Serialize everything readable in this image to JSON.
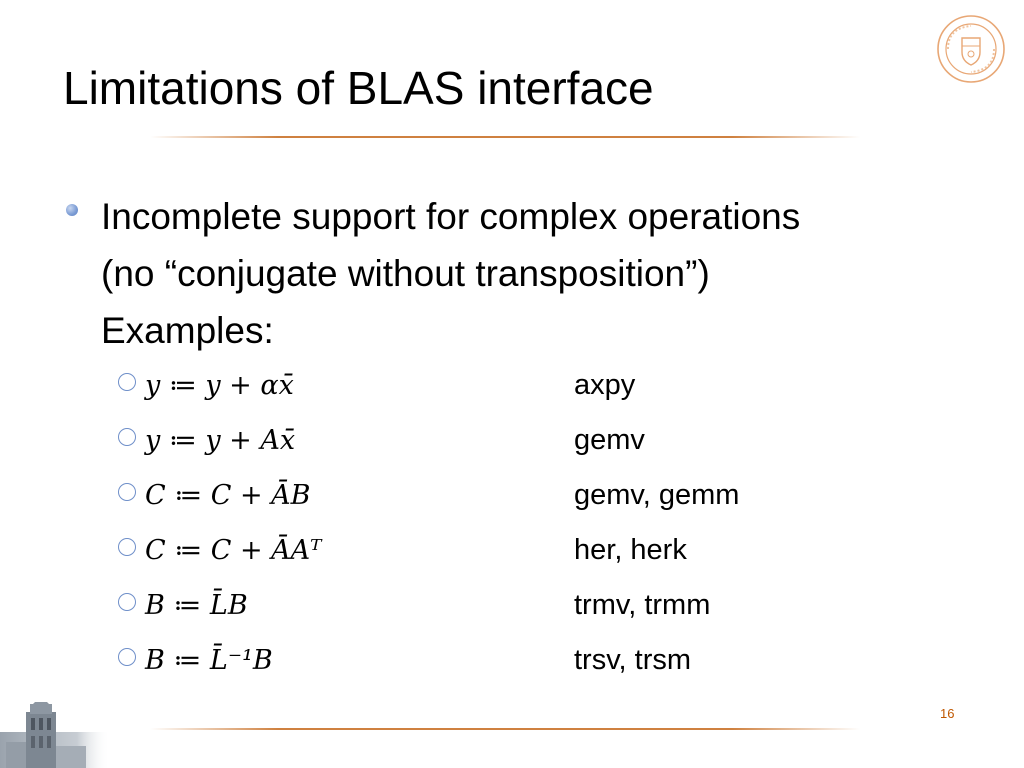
{
  "slide": {
    "title": "Limitations of BLAS interface",
    "page_number": "16",
    "bullet": {
      "lines": [
        "Incomplete support for complex operations",
        "(no “conjugate without transposition”)",
        "Examples:"
      ]
    },
    "examples": [
      {
        "formula": "y ≔ y +  αx̄",
        "routine": "axpy"
      },
      {
        "formula": "y ≔ y + Ax̄",
        "routine": "gemv"
      },
      {
        "formula": "C ≔ C + ĀB",
        "routine": "gemv, gemm"
      },
      {
        "formula": "C ≔ C + ĀAᵀ",
        "routine": "her, herk"
      },
      {
        "formula": "B ≔ L̄B",
        "routine": "trmv, trmm"
      },
      {
        "formula": "B ≔ L̄⁻¹B",
        "routine": "trsv, trsm"
      }
    ]
  },
  "colors": {
    "accent_orange": "#bf5700",
    "bullet_blue": "#6f8fc9"
  },
  "icons": {
    "seal": "university-seal-icon",
    "tower": "tower-building-icon"
  }
}
